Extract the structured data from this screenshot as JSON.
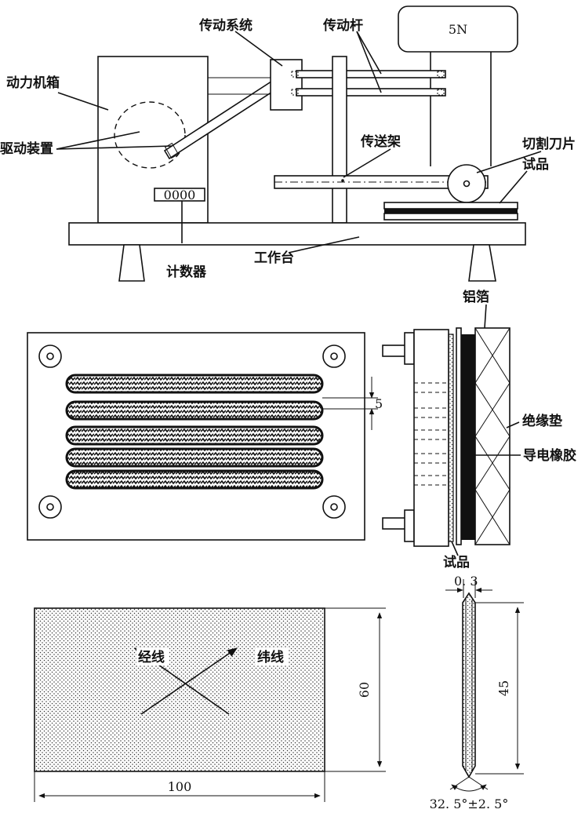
{
  "apparatus": {
    "weight_label": "5N",
    "transmission_system": "传动系统",
    "transmission_rods": "传动杆",
    "power_box": "动力机箱",
    "drive_device": "驱动装置",
    "conveyor_frame": "传送架",
    "cutting_blade": "切割刀片",
    "specimen": "试品",
    "counter_display": "0000",
    "counter": "计数器",
    "workbench": "工作台"
  },
  "electrode": {
    "spacing_value": "5",
    "aluminum_foil": "铝箔",
    "insulation_pad": "绝缘垫",
    "conductive_rubber": "导电橡胶",
    "specimen": "试品"
  },
  "specimen_sheet": {
    "warp": "经线",
    "weft": "纬线",
    "width": "100",
    "height": "60"
  },
  "blade": {
    "thickness": "0. 3",
    "length": "45",
    "angle": "32. 5°±2. 5°"
  }
}
